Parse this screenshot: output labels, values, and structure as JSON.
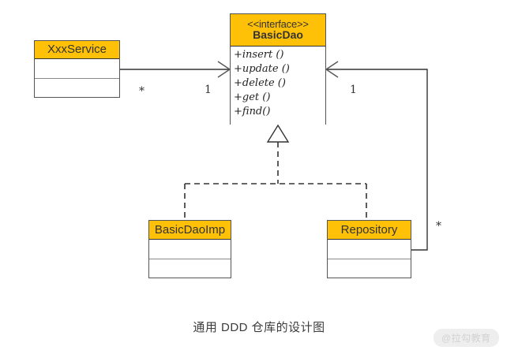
{
  "diagram": {
    "caption": "通用 DDD 仓库的设计图",
    "watermark": "@拉勾教育",
    "accent_color": "#FFC107",
    "line_color": "#333333",
    "background": "#ffffff"
  },
  "classes": {
    "service": {
      "name": "XxxService",
      "attributes": "",
      "operations": ""
    },
    "interface": {
      "stereotype": "<<interface>>",
      "name": "BasicDao",
      "methods": [
        "+insert ()",
        "+update ()",
        "+delete ()",
        "+get ()",
        "+find()"
      ]
    },
    "impl": {
      "name": "BasicDaoImp",
      "attributes": "",
      "operations": ""
    },
    "repository": {
      "name": "Repository",
      "attributes": "",
      "operations": ""
    }
  },
  "relations": {
    "service_to_dao": {
      "source_multiplicity": "*",
      "target_multiplicity": "1",
      "type": "association"
    },
    "repository_to_dao": {
      "source_multiplicity": "*",
      "target_multiplicity": "1",
      "type": "association"
    },
    "impl_realizes_dao": {
      "type": "realization"
    },
    "repository_realizes_dao": {
      "type": "realization"
    }
  }
}
